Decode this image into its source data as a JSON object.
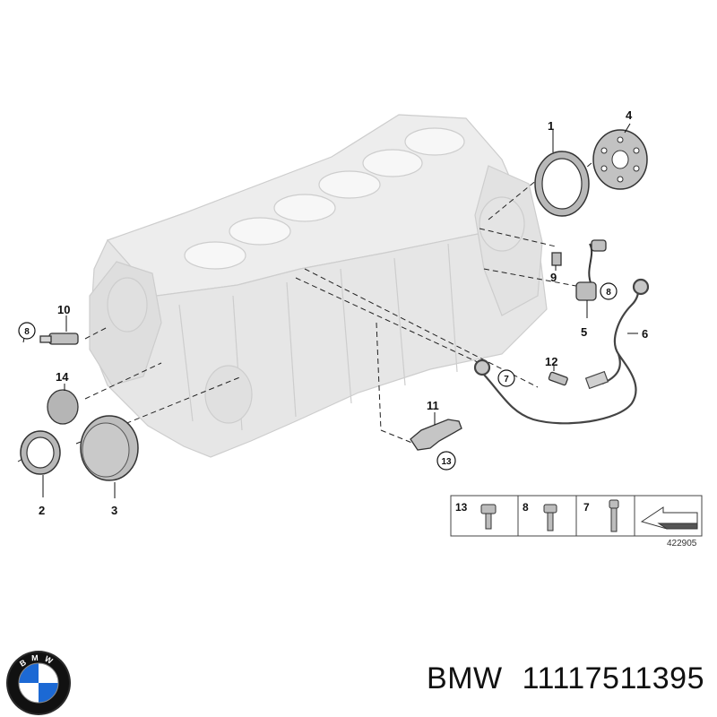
{
  "diagram": {
    "callouts": [
      {
        "id": "part-1",
        "label": "1"
      },
      {
        "id": "part-2",
        "label": "2"
      },
      {
        "id": "part-3",
        "label": "3"
      },
      {
        "id": "part-4",
        "label": "4"
      },
      {
        "id": "part-5",
        "label": "5"
      },
      {
        "id": "part-6",
        "label": "6"
      },
      {
        "id": "part-9",
        "label": "9"
      },
      {
        "id": "part-10",
        "label": "10"
      },
      {
        "id": "part-11",
        "label": "11"
      },
      {
        "id": "part-12",
        "label": "12"
      },
      {
        "id": "part-14",
        "label": "14"
      }
    ],
    "circled_callouts": [
      {
        "id": "circ-8-left",
        "label": "8"
      },
      {
        "id": "circ-8-right",
        "label": "8"
      },
      {
        "id": "circ-7",
        "label": "7"
      },
      {
        "id": "circ-13",
        "label": "13"
      }
    ],
    "legend": {
      "items": [
        {
          "id": "legend-13",
          "label": "13"
        },
        {
          "id": "legend-8",
          "label": "8"
        },
        {
          "id": "legend-7",
          "label": "7"
        }
      ],
      "diagram_number": "422905"
    }
  },
  "footer": {
    "brand": "BMW",
    "part_number": "11117511395",
    "logo_letters": "BMW"
  },
  "colors": {
    "engine_fill": "#ececec",
    "engine_stroke": "#c9c9c9",
    "part_fill": "#bdbdbd",
    "part_stroke": "#444444",
    "logo_blue": "#1c69d4"
  }
}
